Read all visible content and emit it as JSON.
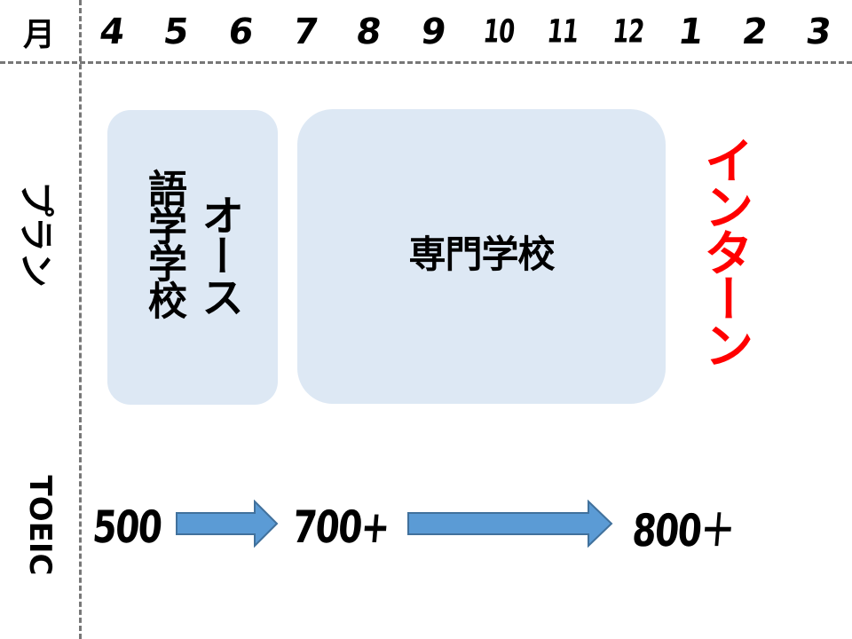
{
  "header": {
    "month_label": "月",
    "months": [
      "4",
      "5",
      "6",
      "7",
      "8",
      "9",
      "10",
      "11",
      "12",
      "1",
      "2",
      "3"
    ]
  },
  "rows": {
    "plan_label": "プラン",
    "toeic_label": "TOEIC"
  },
  "plan": {
    "language_school": "語学学校",
    "country": "オース",
    "vocational_school": "専門学校",
    "internship": "インターン"
  },
  "toeic": {
    "scores": [
      "500",
      "700+",
      "800＋"
    ]
  },
  "colors": {
    "block_fill": "#dde8f4",
    "arrow_fill": "#5b9bd5",
    "arrow_stroke": "#41719c",
    "internship_text": "#ff0000",
    "guide_line": "#777777"
  }
}
